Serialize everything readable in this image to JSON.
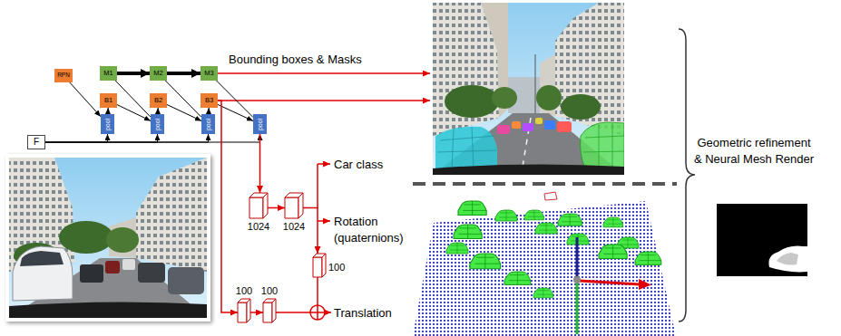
{
  "diagram": {
    "nodes": [
      {
        "text": [
          "F"
        ]
      },
      {
        "text": [
          "RPN"
        ]
      },
      {
        "text": [
          "M1"
        ]
      },
      {
        "text": [
          "B1"
        ]
      },
      {
        "text": [
          "pool"
        ]
      },
      {
        "text": [
          "M2"
        ]
      },
      {
        "text": [
          "B2"
        ]
      },
      {
        "text": [
          "pool"
        ]
      },
      {
        "text": [
          "M3"
        ]
      },
      {
        "text": [
          "B3"
        ]
      },
      {
        "text": [
          "pool"
        ]
      },
      {
        "text": [
          "pool"
        ]
      },
      {
        "text": [
          "1024"
        ]
      },
      {
        "text": [
          "1024"
        ]
      },
      {
        "text": [
          "100"
        ]
      },
      {
        "text": [
          "100"
        ]
      },
      {
        "text": [
          "100"
        ]
      }
    ],
    "edges": [
      {
        "from": 0,
        "to": 4,
        "arrow": "to"
      },
      {
        "from": 0,
        "to": 7,
        "arrow": "to"
      },
      {
        "from": 0,
        "to": 10,
        "arrow": "to"
      },
      {
        "from": 0,
        "to": 11,
        "arrow": "to"
      },
      {
        "from": 1,
        "to": 4,
        "arrow": "to"
      },
      {
        "from": 4,
        "to": 3,
        "arrow": "to"
      },
      {
        "from": 3,
        "to": 7,
        "arrow": "to"
      },
      {
        "from": 7,
        "to": 6,
        "arrow": "to"
      },
      {
        "from": 6,
        "to": 10,
        "arrow": "to"
      },
      {
        "from": 10,
        "to": 9,
        "arrow": "to"
      },
      {
        "from": 9,
        "to": 11,
        "arrow": "to"
      },
      {
        "from": 2,
        "to": 5,
        "arrow": "to"
      },
      {
        "from": 5,
        "to": 8,
        "arrow": "to"
      },
      {
        "from": 2,
        "to": 7,
        "arrow": "none"
      },
      {
        "from": 5,
        "to": 10,
        "arrow": "none"
      },
      {
        "from": 8,
        "to": 11,
        "arrow": "none"
      },
      {
        "from": 11,
        "to": 12,
        "arrow": "to"
      },
      {
        "from": 12,
        "to": 13,
        "arrow": "to"
      },
      {
        "from": 13,
        "to": 14,
        "arrow": "to"
      },
      {
        "from": 9,
        "to": 15,
        "arrow": "to"
      },
      {
        "from": 15,
        "to": 16,
        "arrow": "to"
      }
    ],
    "labels": [
      "Bounding boxes & Masks",
      "Car class",
      "Rotation (quaternions)",
      "Translation",
      "Geometric refinement & Neural Mesh Render"
    ]
  }
}
